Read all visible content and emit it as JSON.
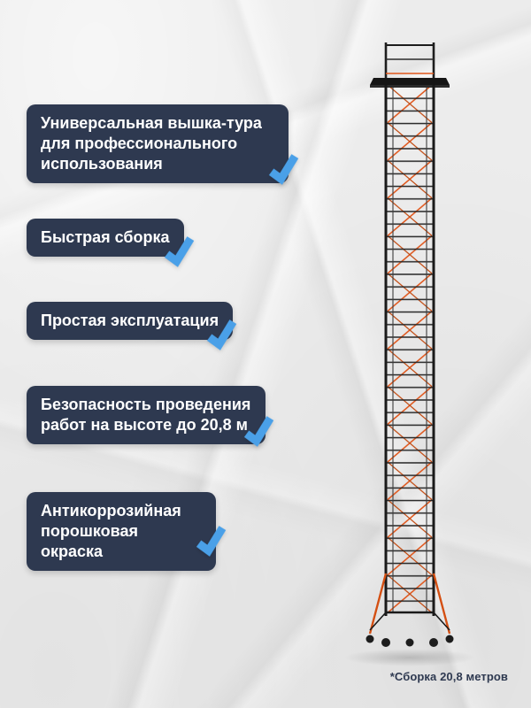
{
  "features": [
    {
      "label": "Универсальная вышка-тура для профессионального использования"
    },
    {
      "label": "Быстрая сборка"
    },
    {
      "label": "Простая эксплуатация"
    },
    {
      "label": "Безопасность проведения работ на высоте до 20,8 м"
    },
    {
      "label": "Антикоррозийная порошковая окраска"
    }
  ],
  "footnote": {
    "text": "*Сборка 20,8 метров"
  },
  "product_image": "scaffold-tower",
  "colors": {
    "badge_background": "#2e3950",
    "badge_text": "#ffffff",
    "checkmark": "#4aa0e8",
    "tower_frame": "#1d1d1d",
    "tower_braces": "#e0561b",
    "page_background": "#ececec",
    "footnote_text": "#2e3950"
  }
}
